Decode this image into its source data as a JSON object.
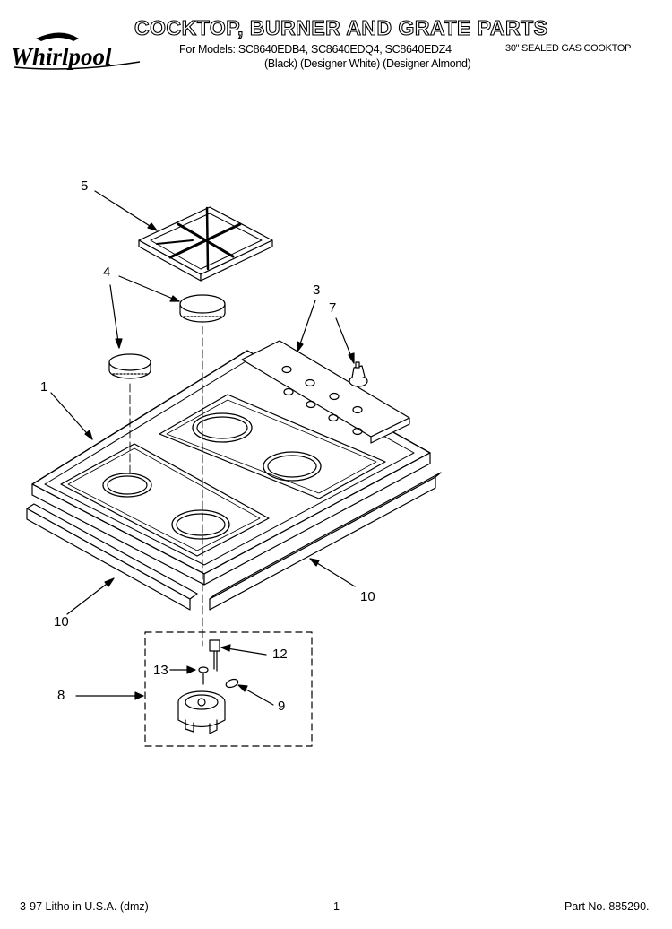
{
  "header": {
    "brand": "Whirlpool",
    "title": "COCKTOP, BURNER AND GRATE PARTS",
    "models_line": "For Models: SC8640EDB4, SC8640EDQ4, SC8640EDZ4",
    "colors_line": "(Black)     (Designer White) (Designer Almond)",
    "product": "30\" SEALED GAS COOKTOP"
  },
  "callouts": [
    "5",
    "4",
    "3",
    "7",
    "1",
    "10",
    "10",
    "12",
    "13",
    "8",
    "9"
  ],
  "footer": {
    "litho": "3-97 Litho in U.S.A. (dmz)",
    "page": "1",
    "part_no": "Part No. 885290."
  }
}
